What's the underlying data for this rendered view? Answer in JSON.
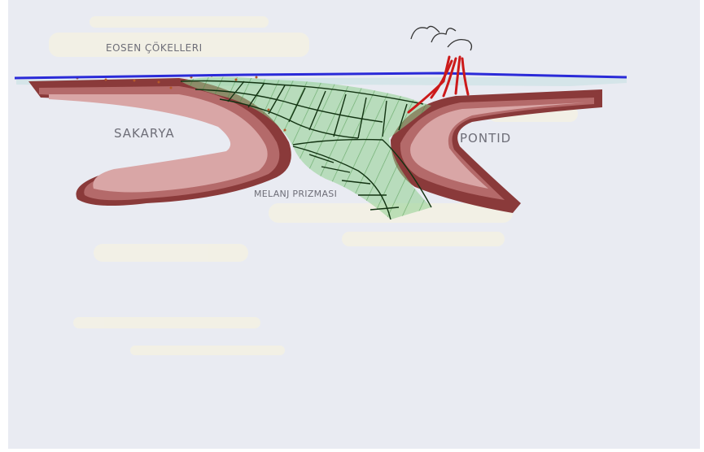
{
  "labels": {
    "sediments": "EOSEN ÇÖKELLERI",
    "left_plate": "SAKARYA",
    "right_plate": "PONTID",
    "prism": "MELANJ PRIZMASI"
  },
  "colors": {
    "background": "#e9ebf2",
    "sea_line": "#2a2ad8",
    "plate_dark": "#8a3a3a",
    "plate_mid": "#b46a6a",
    "plate_light": "#d9a6a6",
    "prism_fill": "#7fc27f",
    "prism_lines": "#123312",
    "volcano": "#cc1a1a",
    "smoke": "#333333",
    "label_text": "#6e6e78"
  }
}
